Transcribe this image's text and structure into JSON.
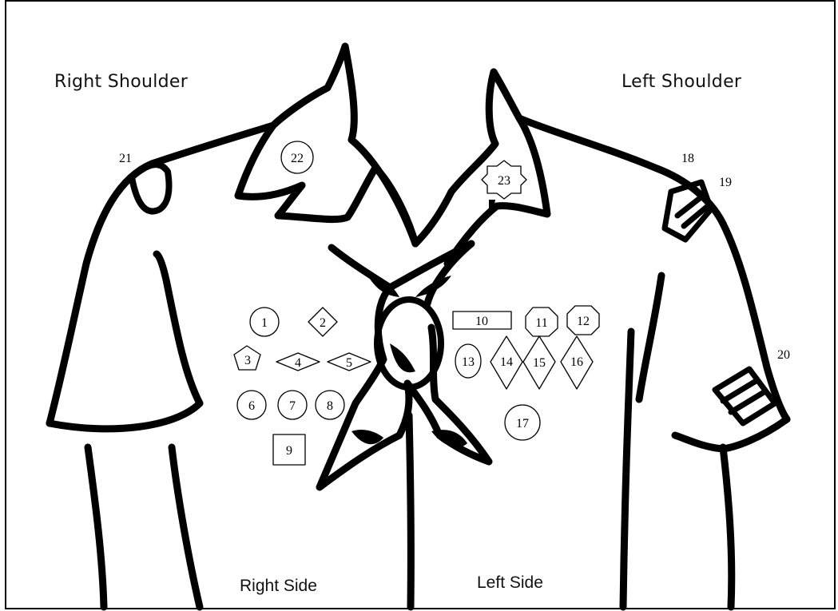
{
  "labels": {
    "right_shoulder": "Right Shoulder",
    "left_shoulder": "Left Shoulder",
    "right_side": "Right Side",
    "left_side": "Left Side"
  },
  "positions": {
    "p1": "1",
    "p2": "2",
    "p3": "3",
    "p4": "4",
    "p5": "5",
    "p6": "6",
    "p7": "7",
    "p8": "8",
    "p9": "9",
    "p10": "10",
    "p11": "11",
    "p12": "12",
    "p13": "13",
    "p14": "14",
    "p15": "15",
    "p16": "16",
    "p17": "17",
    "p18": "18",
    "p19": "19",
    "p20": "20",
    "p21": "21",
    "p22": "22",
    "p23": "23"
  }
}
